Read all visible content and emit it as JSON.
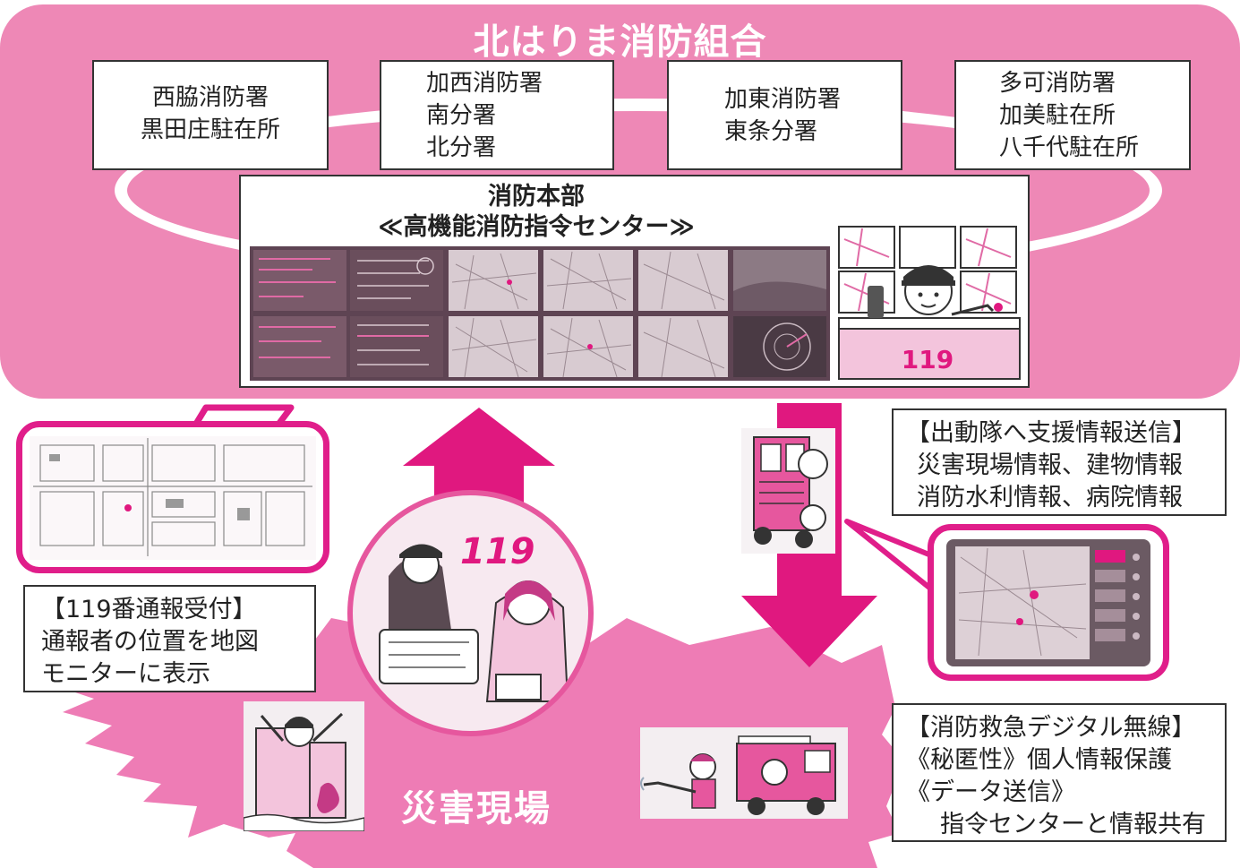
{
  "organization": {
    "title": "北はりま消防組合"
  },
  "stations": [
    {
      "lines": [
        "西脇消防署",
        "黒田庄駐在所"
      ]
    },
    {
      "lines": [
        "加西消防署",
        "南分署",
        "北分署"
      ]
    },
    {
      "lines": [
        "加東消防署",
        "東条分署"
      ]
    },
    {
      "lines": [
        "多可消防署",
        "加美駐在所",
        "八千代駐在所"
      ]
    }
  ],
  "headquarters": {
    "title_line1": "消防本部",
    "title_line2": "≪高機能消防指令センター≫",
    "desk_number": "119"
  },
  "call_receipt": {
    "heading": "【119番通報受付】",
    "line1": "通報者の位置を地図",
    "line2": "モニターに表示"
  },
  "support_info": {
    "heading": "【出動隊へ支援情報送信】",
    "line1": "災害現場情報、建物情報",
    "line2": "消防水利情報、病院情報"
  },
  "digital_radio": {
    "heading": "【消防救急デジタル無線】",
    "line1": "《秘匿性》個人情報保護",
    "line2": "《データ送信》",
    "line3": "指令センターと情報共有"
  },
  "disaster_scene": {
    "label": "災害現場"
  },
  "call_illustration": {
    "number": "119"
  },
  "colors": {
    "band_pink": "#ee88b6",
    "arrow_magenta": "#e0187f",
    "bubble_border": "#e01e8a",
    "scene_pink": "#ee7cb5"
  },
  "icons": [
    "map-monitor-icon",
    "fire-truck-icon",
    "tablet-terminal-icon",
    "fire-engine-hose-icon",
    "rescue-person-icon",
    "dispatcher-icon",
    "caller-icon"
  ]
}
